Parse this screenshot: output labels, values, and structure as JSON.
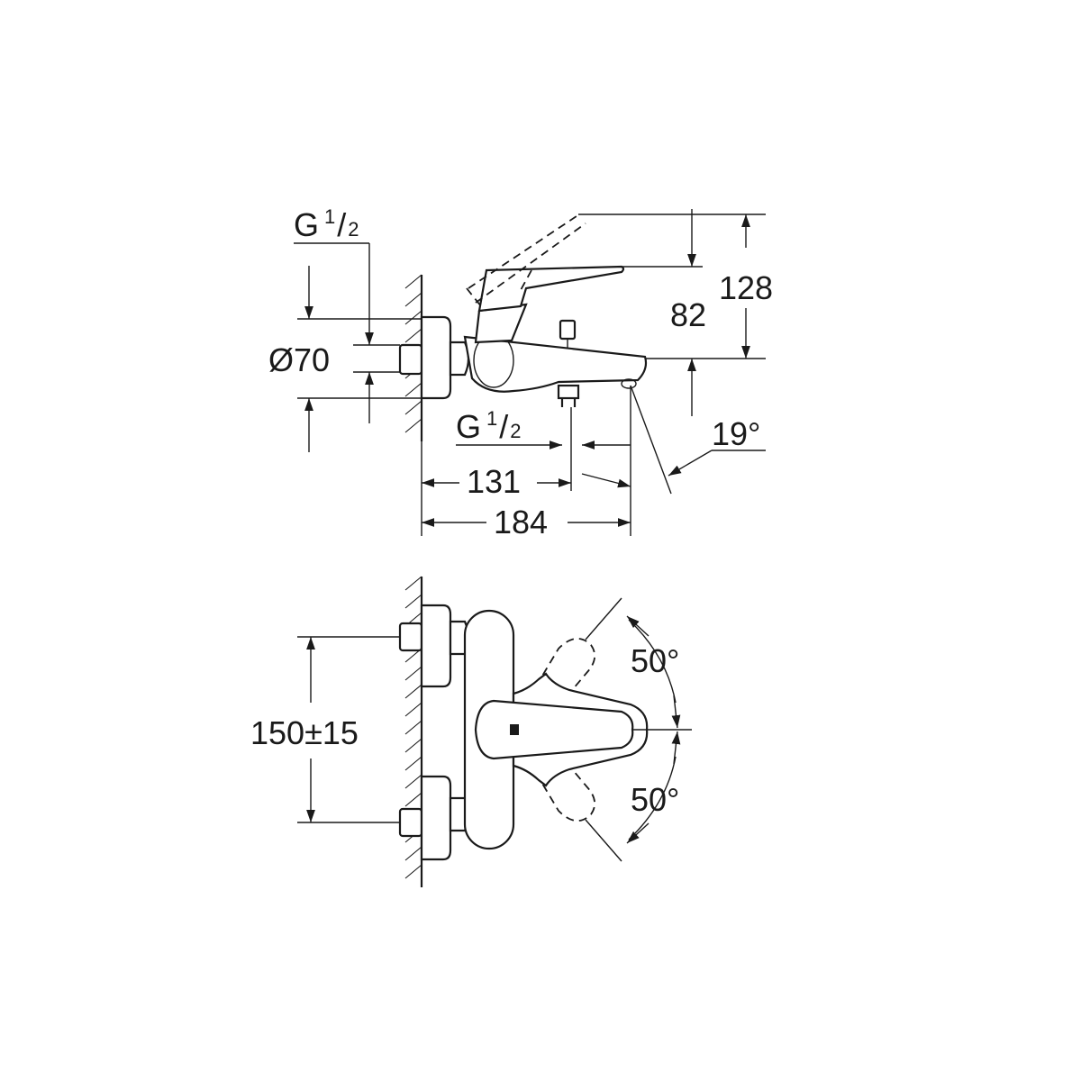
{
  "side_view": {
    "thread_inlet": {
      "main": "G",
      "fraction_num": "1",
      "fraction_den": "2"
    },
    "thread_outlet": {
      "main": "G",
      "fraction_num": "1",
      "fraction_den": "2"
    },
    "rosette_diameter": "Ø70",
    "dim_height_outer": "128",
    "dim_height_inner": "82",
    "dim_length_short": "131",
    "dim_length_long": "184",
    "spout_angle": "19°"
  },
  "top_view": {
    "centre_distance": "150±15",
    "lever_angle_up": "50°",
    "lever_angle_down": "50°"
  }
}
